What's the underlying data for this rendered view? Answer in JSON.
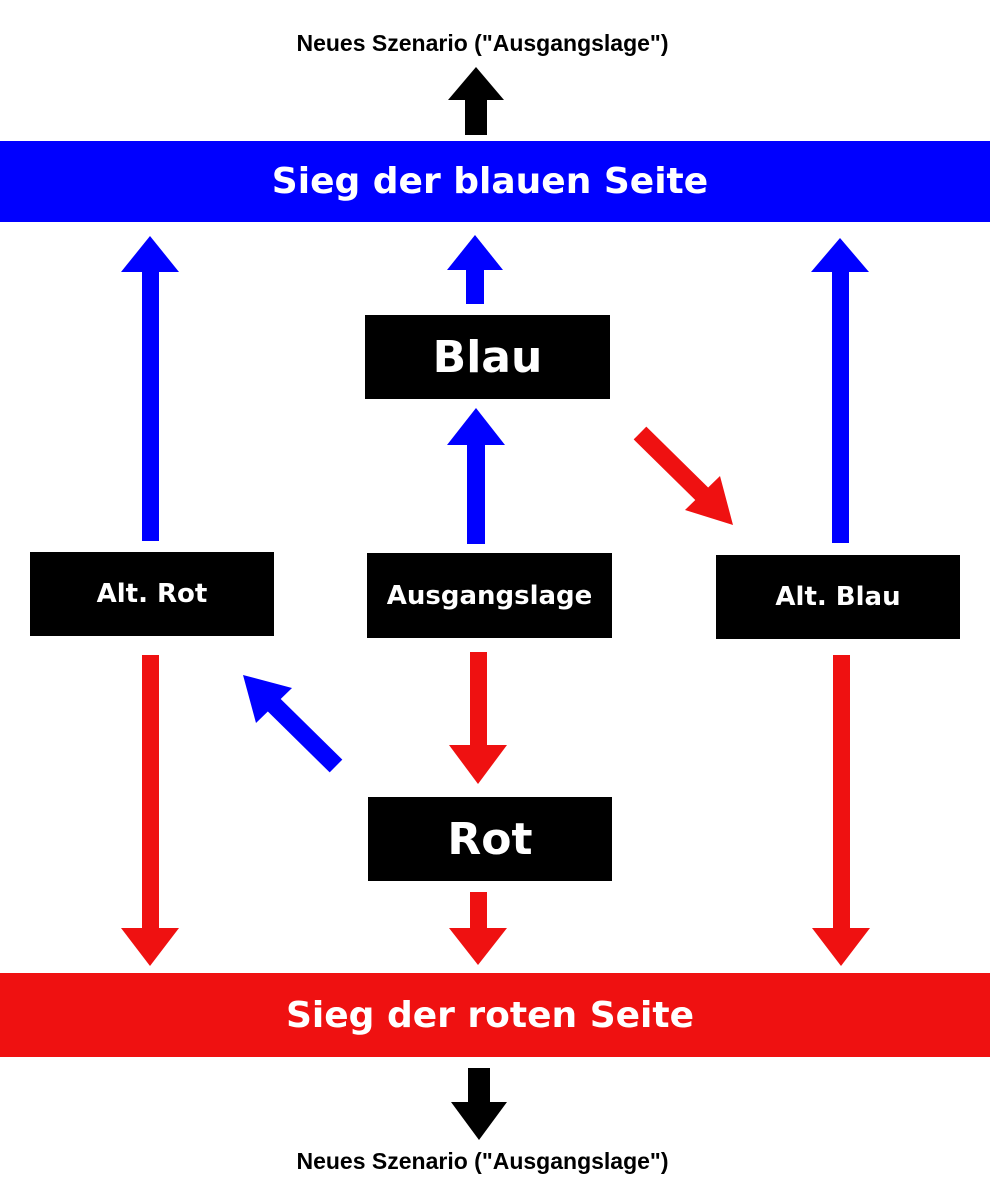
{
  "colors": {
    "blue": "#0000ff",
    "red": "#ef1111",
    "black": "#000000"
  },
  "captions": {
    "top": "Neues Szenario (\"Ausgangslage\")",
    "bottom": "Neues Szenario (\"Ausgangslage\")"
  },
  "outcomes": {
    "blue_win": "Sieg der blauen Seite",
    "red_win": "Sieg der roten Seite"
  },
  "nodes": {
    "blau": "Blau",
    "rot": "Rot",
    "alt_rot": "Alt. Rot",
    "ausgangslage": "Ausgangslage",
    "alt_blau": "Alt. Blau"
  },
  "edges": [
    {
      "from": "Ausgangslage",
      "to": "Blau",
      "color": "blue"
    },
    {
      "from": "Ausgangslage",
      "to": "Rot",
      "color": "red"
    },
    {
      "from": "Blau",
      "to": "Sieg der blauen Seite",
      "color": "blue"
    },
    {
      "from": "Blau",
      "to": "Alt. Blau",
      "color": "red"
    },
    {
      "from": "Rot",
      "to": "Sieg der roten Seite",
      "color": "red"
    },
    {
      "from": "Rot",
      "to": "Alt. Rot",
      "color": "blue"
    },
    {
      "from": "Alt. Rot",
      "to": "Sieg der blauen Seite",
      "color": "blue"
    },
    {
      "from": "Alt. Rot",
      "to": "Sieg der roten Seite",
      "color": "red"
    },
    {
      "from": "Alt. Blau",
      "to": "Sieg der blauen Seite",
      "color": "blue"
    },
    {
      "from": "Alt. Blau",
      "to": "Sieg der roten Seite",
      "color": "red"
    },
    {
      "from": "Sieg der blauen Seite",
      "to": "Neues Szenario",
      "color": "black"
    },
    {
      "from": "Sieg der roten Seite",
      "to": "Neues Szenario",
      "color": "black"
    }
  ]
}
